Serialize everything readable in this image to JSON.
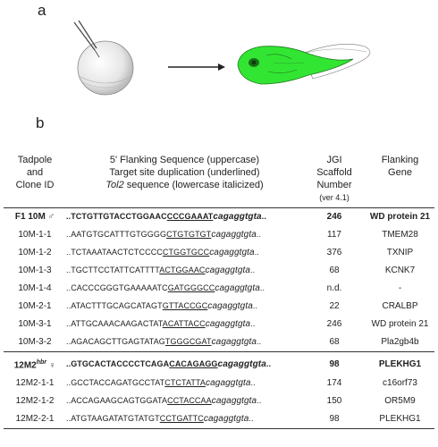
{
  "panels": {
    "a": "a",
    "b": "b"
  },
  "headers": {
    "clone": [
      "Tadpole",
      "and",
      "Clone ID"
    ],
    "flank": [
      "5' Flanking Sequence (uppercase)",
      "Target site duplication (underlined)",
      "Tol2 sequence (lowercase italicized)"
    ],
    "flank_italic_word": "Tol2",
    "scaffold": [
      "JGI",
      "Scaffold",
      "Number",
      "(ver 4.1)"
    ],
    "gene": [
      "Flanking",
      "Gene"
    ]
  },
  "rows": [
    {
      "id": "F1 10M",
      "sym": "♂",
      "sup": "",
      "pre": "TCTGTTGTACCTGGAAC",
      "tsd": "CCCGAAAT",
      "tol2": "cagaggtgta",
      "scaffold": "246",
      "gene": "WD protein 21",
      "bold": true,
      "sep": false
    },
    {
      "id": "10M-1-1",
      "sym": "",
      "sup": "",
      "pre": "AATGTGCATTTGTGGGG",
      "tsd": "CTGTGTGT",
      "tol2": "cagaggtgta",
      "scaffold": "117",
      "gene": "TMEM28",
      "bold": false,
      "sep": false
    },
    {
      "id": "10M-1-2",
      "sym": "",
      "sup": "",
      "pre": "TCTAAATAACTCTCCCC",
      "tsd": "CTGGTGCC",
      "tol2": "cagaggtgta",
      "scaffold": "376",
      "gene": "TXNIP",
      "bold": false,
      "sep": false
    },
    {
      "id": "10M-1-3",
      "sym": "",
      "sup": "",
      "pre": "TGCTTCCTATTCATTTT",
      "tsd": "ACTGGAAC",
      "tol2": "cagaggtgta",
      "scaffold": "68",
      "gene": "KCNK7",
      "bold": false,
      "sep": false
    },
    {
      "id": "10M-1-4",
      "sym": "",
      "sup": "",
      "pre": "CACCCGGGTGAAAAATC",
      "tsd": "GATGGGCC",
      "tol2": "cagaggtgta",
      "scaffold": "n.d.",
      "gene": "-",
      "bold": false,
      "sep": false
    },
    {
      "id": "10M-2-1",
      "sym": "",
      "sup": "",
      "pre": "ATACTTTGCAGCATAGT",
      "tsd": "GTTACCGC",
      "tol2": "cagaggtgta",
      "scaffold": "22",
      "gene": "CRALBP",
      "bold": false,
      "sep": false
    },
    {
      "id": "10M-3-1",
      "sym": "",
      "sup": "",
      "pre": "ATTGCAAACAAGACTAT",
      "tsd": "ACATTACC",
      "tol2": "cagaggtgta",
      "scaffold": "246",
      "gene": "WD protein 21",
      "bold": false,
      "sep": false
    },
    {
      "id": "10M-3-2",
      "sym": "",
      "sup": "",
      "pre": "AGACAGCTTGAGTATAG",
      "tsd": "TGGGCGAT",
      "tol2": "cagaggtgta",
      "scaffold": "68",
      "gene": "Pla2gb4b",
      "bold": false,
      "sep": false
    },
    {
      "id": "12M2",
      "sym": "♀",
      "sup": "hbr",
      "pre": "GTGCACTACCCCTCAGA",
      "tsd": "CACAGAGG",
      "tol2": "cagaggtgta",
      "scaffold": "98",
      "gene": "PLEKHG1",
      "bold": true,
      "sep": true
    },
    {
      "id": "12M2-1-1",
      "sym": "",
      "sup": "",
      "pre": "GCCTACCAGATGCCTAT",
      "tsd": "CTCTATTA",
      "tol2": "cagaggtgta",
      "scaffold": "174",
      "gene": "c16orf73",
      "bold": false,
      "sep": false
    },
    {
      "id": "12M2-1-2",
      "sym": "",
      "sup": "",
      "pre": "ACCAGAAGCAGTGGATA",
      "tsd": "CCTACCAA",
      "tol2": "cagaggtgta",
      "scaffold": "150",
      "gene": "OR5M9",
      "bold": false,
      "sep": false
    },
    {
      "id": "12M2-2-1",
      "sym": "",
      "sup": "",
      "pre": "ATGTAAGATATGTATGT",
      "tsd": "CCTGATTC",
      "tol2": "cagaggtgta",
      "scaffold": "98",
      "gene": "PLEKHG1",
      "bold": false,
      "sep": false
    }
  ],
  "dots": {
    "lead": "..",
    "trail": ".."
  },
  "colors": {
    "tadpole_fill": "#33e533",
    "line": "#333333"
  }
}
